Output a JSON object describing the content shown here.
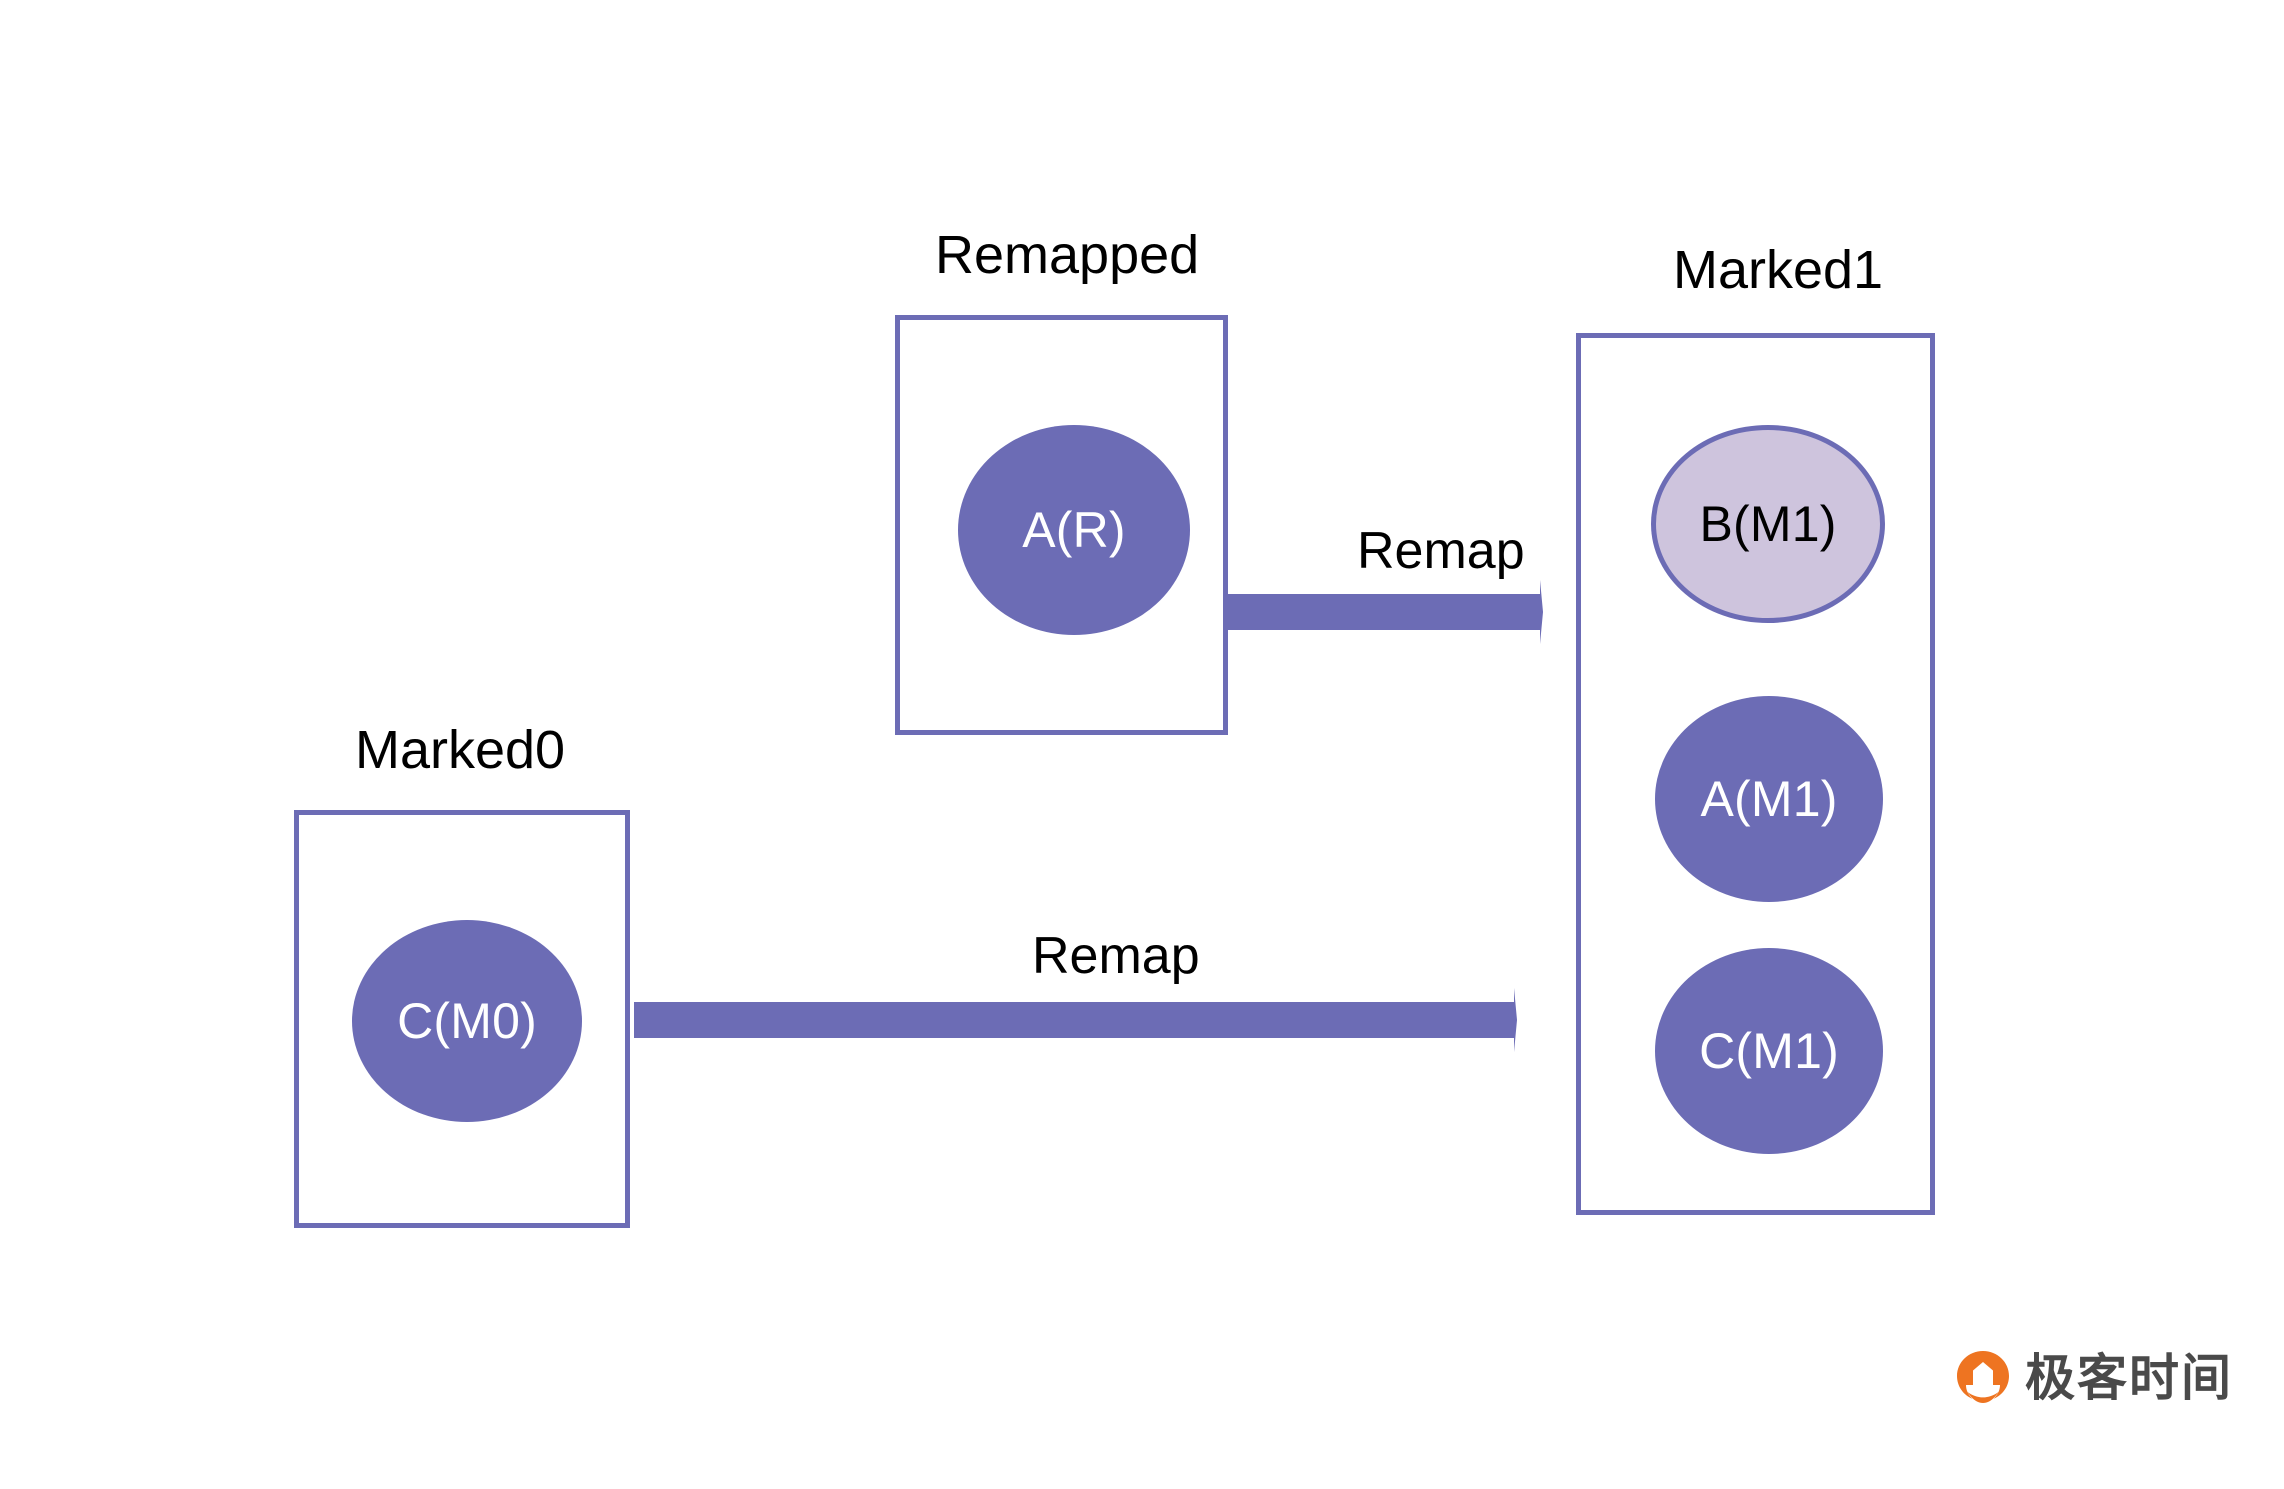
{
  "diagram": {
    "title_text_color": "#000000",
    "accent_color": "#6C6CB5",
    "light_accent_color": "#CEC4DD",
    "background_color": "#FFFFFF",
    "groups": [
      {
        "id": "remapped",
        "label": "Remapped",
        "nodes": [
          {
            "id": "a-r",
            "label": "A(R)",
            "style": "solid"
          }
        ]
      },
      {
        "id": "marked0",
        "label": "Marked0",
        "nodes": [
          {
            "id": "c-m0",
            "label": "C(M0)",
            "style": "solid"
          }
        ]
      },
      {
        "id": "marked1",
        "label": "Marked1",
        "nodes": [
          {
            "id": "b-m1",
            "label": "B(M1)",
            "style": "outline"
          },
          {
            "id": "a-m1",
            "label": "A(M1)",
            "style": "solid"
          },
          {
            "id": "c-m1",
            "label": "C(M1)",
            "style": "solid"
          }
        ]
      }
    ],
    "arrows": [
      {
        "id": "remap-top",
        "label": "Remap",
        "from": "remapped",
        "to": "marked1"
      },
      {
        "id": "remap-bottom",
        "label": "Remap",
        "from": "marked0",
        "to": "marked1"
      }
    ]
  },
  "watermark": {
    "brand": "极客时间",
    "mark_color": "#EE7421",
    "text_color": "#4A4A4A"
  }
}
